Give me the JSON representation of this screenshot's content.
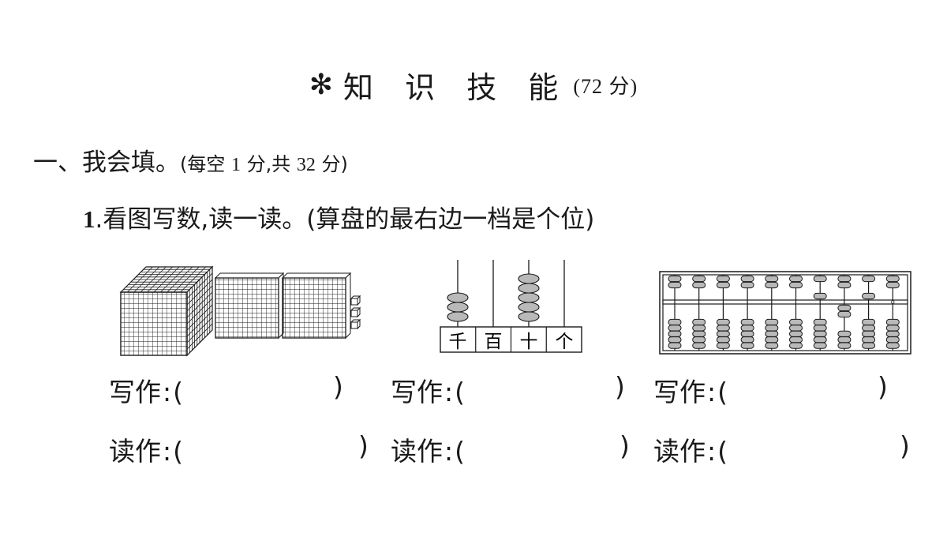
{
  "section": {
    "star": "✻",
    "title": "知 识 技 能",
    "score": "(72 分)"
  },
  "question": {
    "heading": "一、我会填。",
    "note_open": "(每空 ",
    "note_n1": "1",
    "note_mid": " 分,共 ",
    "note_n2": "32",
    "note_close": " 分)",
    "sub_number": "1",
    "sub_text": ".看图写数,读一读。(算盘的最右边一档是个位)"
  },
  "abacus_labels": [
    "千",
    "百",
    "十",
    "个"
  ],
  "answers": {
    "write_label": "写作",
    "read_label": "读作",
    "colon": ":",
    "open": "(",
    "close": ")"
  },
  "colors": {
    "bead_fill": "#b9b9b9",
    "ink": "#1a1a1a"
  }
}
